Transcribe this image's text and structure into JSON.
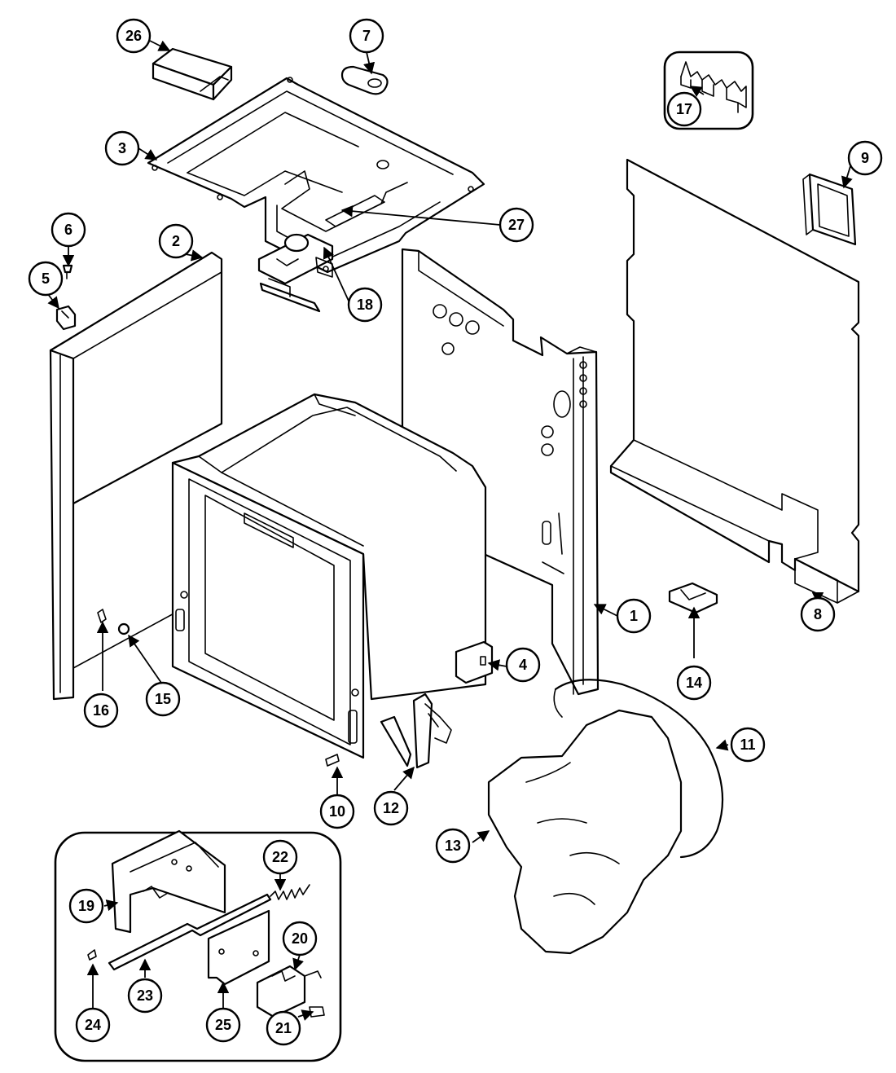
{
  "callouts": [
    "1",
    "2",
    "3",
    "4",
    "5",
    "6",
    "7",
    "8",
    "9",
    "10",
    "11",
    "12",
    "13",
    "14",
    "15",
    "16",
    "17",
    "18",
    "19",
    "20",
    "21",
    "22",
    "23",
    "24",
    "25",
    "26",
    "27"
  ]
}
